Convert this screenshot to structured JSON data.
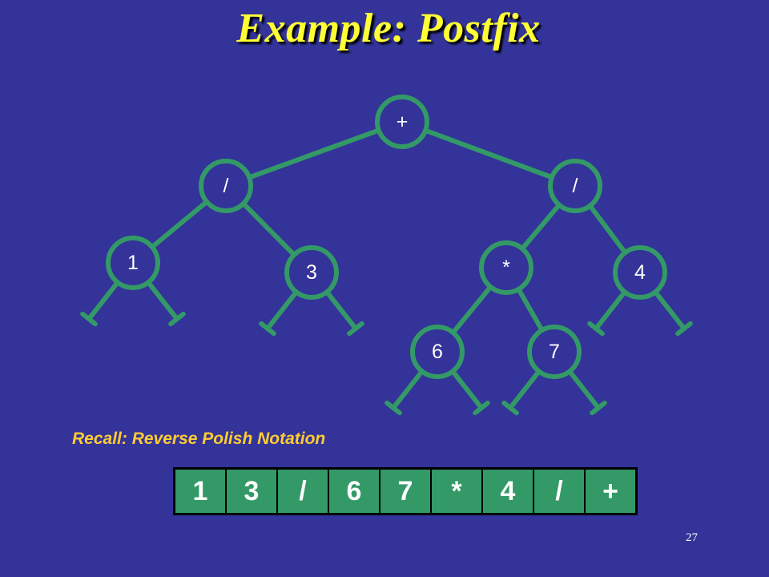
{
  "slide": {
    "title": "Example: Postfix",
    "recall": "Recall: Reverse Polish Notation",
    "page_number": "27"
  },
  "colors": {
    "background": "#333399",
    "title": "#ffff33",
    "recall": "#ffcc33",
    "tree": "#339966",
    "node_fill": "#333399"
  },
  "tree": {
    "nodes": [
      {
        "id": "root",
        "label": "+"
      },
      {
        "id": "left-div",
        "label": "/"
      },
      {
        "id": "right-div",
        "label": "/"
      },
      {
        "id": "one",
        "label": "1"
      },
      {
        "id": "three",
        "label": "3"
      },
      {
        "id": "mult",
        "label": "*"
      },
      {
        "id": "four",
        "label": "4"
      },
      {
        "id": "six",
        "label": "6"
      },
      {
        "id": "seven",
        "label": "7"
      }
    ],
    "edges": [
      [
        "root",
        "left-div"
      ],
      [
        "root",
        "right-div"
      ],
      [
        "left-div",
        "one"
      ],
      [
        "left-div",
        "three"
      ],
      [
        "right-div",
        "mult"
      ],
      [
        "right-div",
        "four"
      ],
      [
        "mult",
        "six"
      ],
      [
        "mult",
        "seven"
      ]
    ]
  },
  "rpn_sequence": [
    "1",
    "3",
    "/",
    "6",
    "7",
    "*",
    "4",
    "/",
    "+"
  ]
}
